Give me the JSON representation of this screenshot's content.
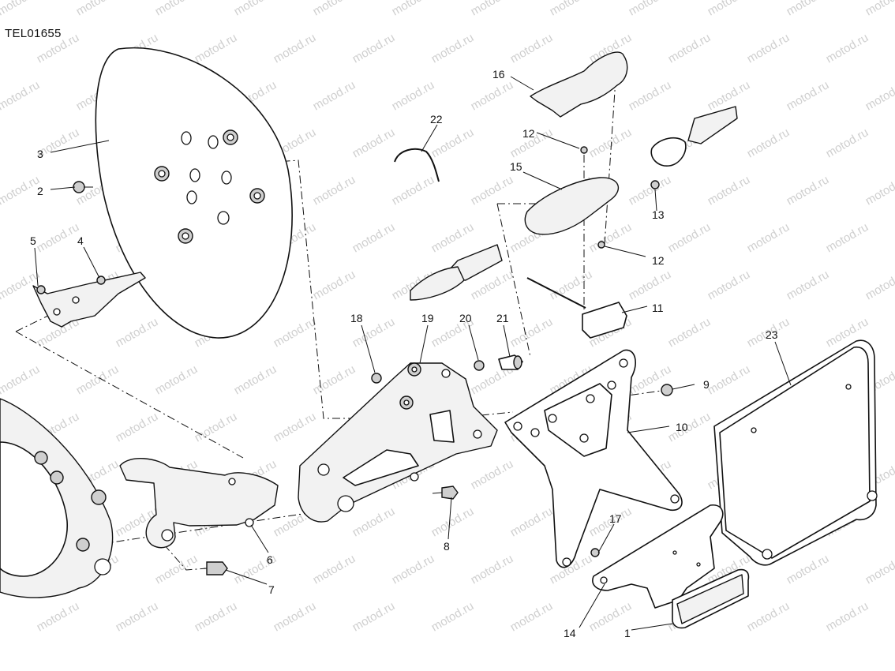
{
  "diagram": {
    "code": "TEL01655",
    "watermark": "motod.ru",
    "callouts": [
      {
        "id": "c1",
        "label": "1"
      },
      {
        "id": "c2",
        "label": "2"
      },
      {
        "id": "c3",
        "label": "3"
      },
      {
        "id": "c4",
        "label": "4"
      },
      {
        "id": "c5",
        "label": "5"
      },
      {
        "id": "c6",
        "label": "6"
      },
      {
        "id": "c7",
        "label": "7"
      },
      {
        "id": "c8",
        "label": "8"
      },
      {
        "id": "c9",
        "label": "9"
      },
      {
        "id": "c10",
        "label": "10"
      },
      {
        "id": "c11",
        "label": "11"
      },
      {
        "id": "c12a",
        "label": "12"
      },
      {
        "id": "c12b",
        "label": "12"
      },
      {
        "id": "c13",
        "label": "13"
      },
      {
        "id": "c14",
        "label": "14"
      },
      {
        "id": "c15",
        "label": "15"
      },
      {
        "id": "c16",
        "label": "16"
      },
      {
        "id": "c17",
        "label": "17"
      },
      {
        "id": "c18",
        "label": "18"
      },
      {
        "id": "c19",
        "label": "19"
      },
      {
        "id": "c20",
        "label": "20"
      },
      {
        "id": "c21",
        "label": "21"
      },
      {
        "id": "c22",
        "label": "22"
      },
      {
        "id": "c23",
        "label": "23"
      }
    ]
  }
}
